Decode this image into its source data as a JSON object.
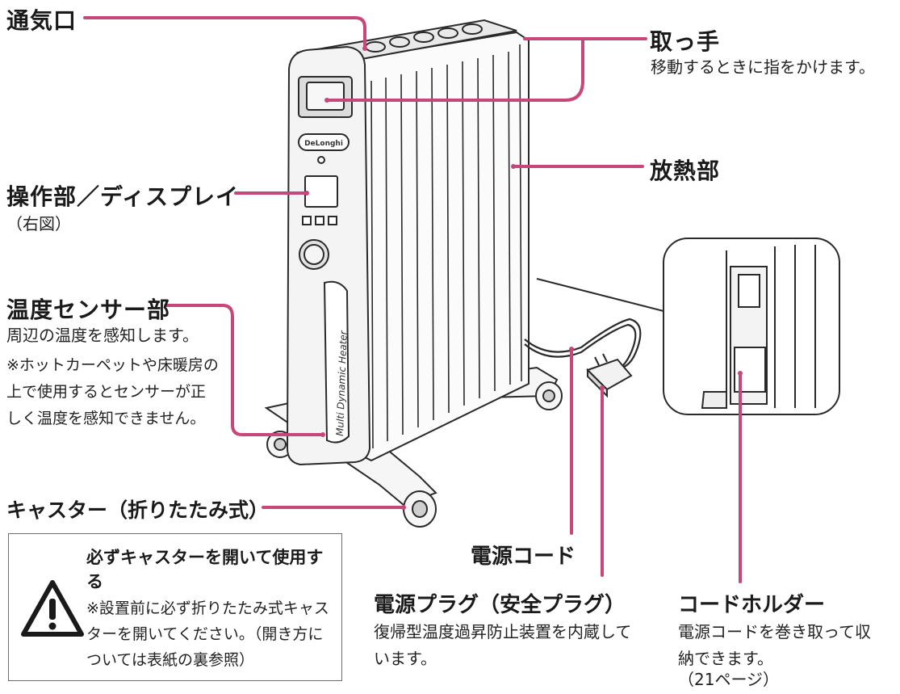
{
  "labels": {
    "vent": "通気口",
    "handle": "取っ手",
    "handle_desc": "移動するときに指をかけます。",
    "radiator": "放熱部",
    "control": "操作部／ディスプレイ",
    "control_ref": "（右図）",
    "sensor": "温度センサー部",
    "sensor_desc": "周辺の温度を感知します。",
    "sensor_note": "※ホットカーペットや床暖房の上で使用するとセンサーが正しく温度を感知できません。",
    "caster": "キャスター（折りたたみ式）",
    "cord": "電源コード",
    "plug": "電源プラグ（安全プラグ）",
    "plug_desc": "復帰型温度過昇防止装置を内蔵しています。",
    "holder": "コードホルダー",
    "holder_desc": "電源コードを巻き取って収納できます。",
    "holder_ref": "（21ページ）"
  },
  "warning": {
    "title": "必ずキャスターを開いて使用する",
    "text": "※設置前に必ず折りたたみ式キャスターを開いてください。（開き方については表紙の裏参照）",
    "icon": "warning-triangle-icon"
  },
  "product": {
    "brand": "DeLonghi",
    "side_text": "Multi Dynamic Heater"
  },
  "colors": {
    "leader": "#c8477a",
    "outline": "#2a2a2a"
  }
}
